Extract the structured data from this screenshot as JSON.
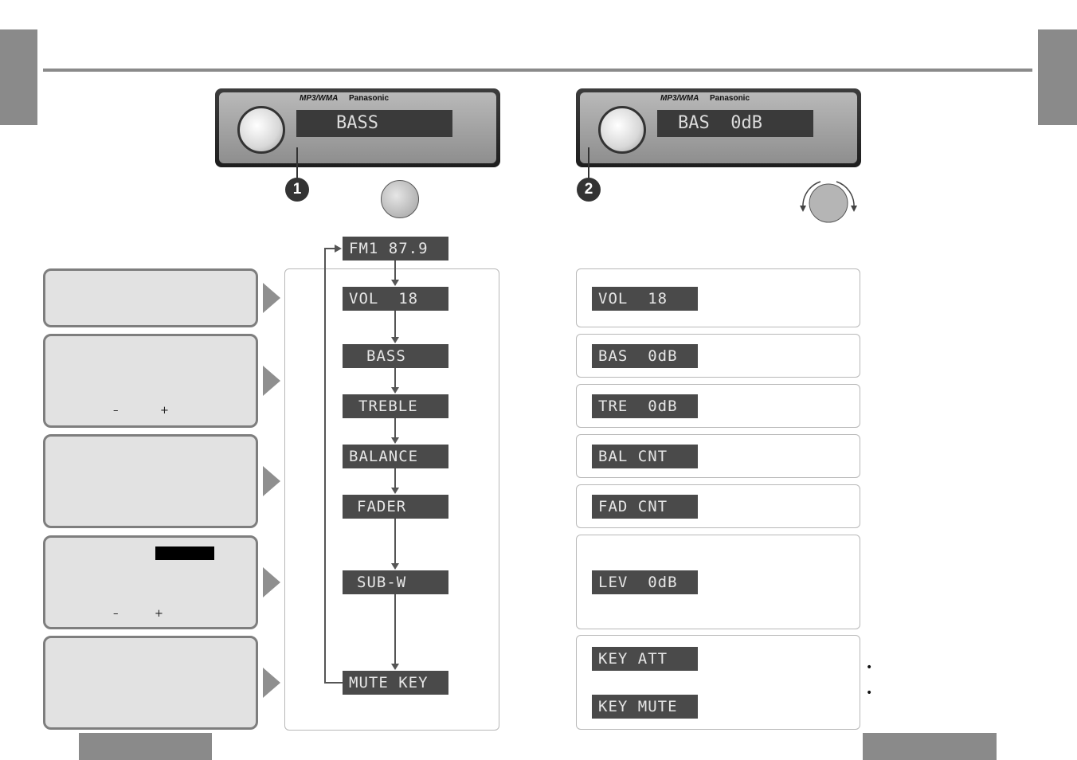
{
  "radio": {
    "brand": "Panasonic",
    "format": "MP3/WMA"
  },
  "radio_left": {
    "display": "BASS"
  },
  "radio_right": {
    "display": "BAS  0dB"
  },
  "steps": {
    "one": "1",
    "two": "2"
  },
  "flow": [
    "FM1 87.9",
    "VOL  18",
    "BASS",
    "TREBLE",
    "BALANCE",
    "FADER",
    "SUB-W",
    "MUTE KEY"
  ],
  "results": [
    "VOL  18",
    "BAS  0dB",
    "TRE  0dB",
    "BAL CNT",
    "FAD CNT",
    "LEV  0dB",
    "KEY ATT",
    "KEY MUTE"
  ],
  "boxes": {
    "bass_minus": "–",
    "bass_plus": "+",
    "sub_minus": "–",
    "sub_plus": "+"
  },
  "bullets": [
    "•",
    "•"
  ]
}
